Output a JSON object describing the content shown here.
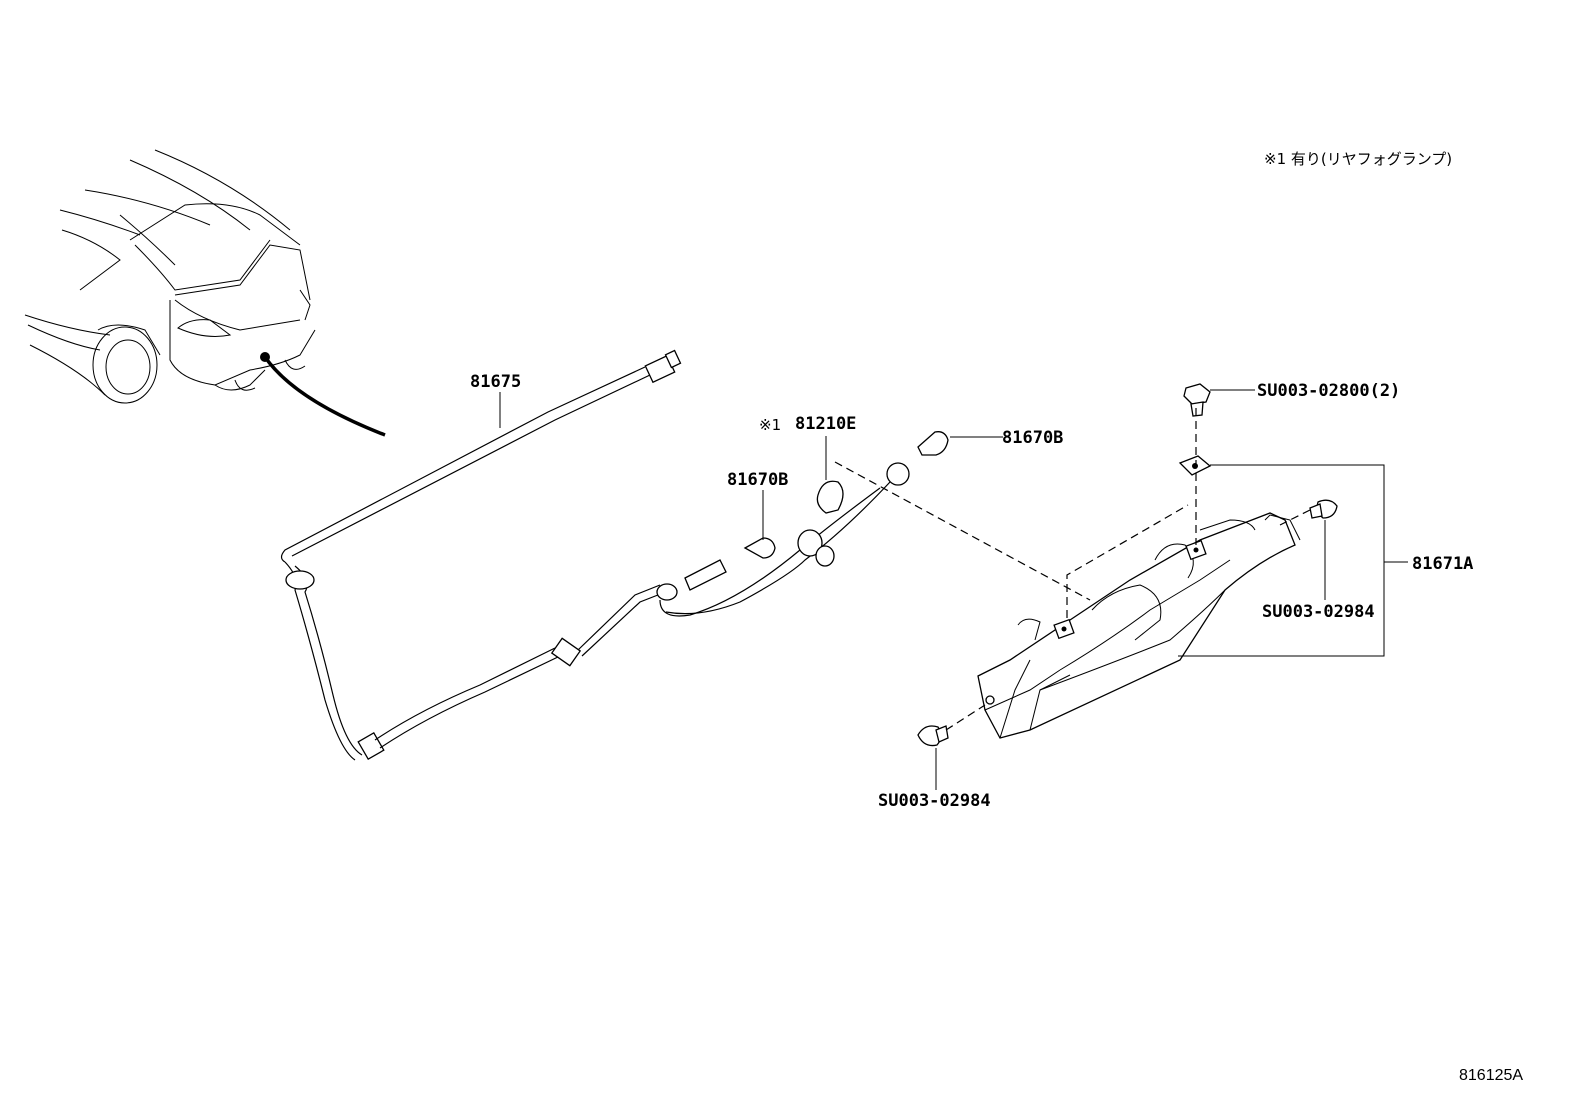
{
  "note": {
    "text": "※1 有り(リヤフォグランプ)"
  },
  "callouts": {
    "harness": "81675",
    "bulb_fog_mark": "※1",
    "bulb_fog": "81210E",
    "bulb_upper": "81670B",
    "bulb_lower": "81670B",
    "lamp_assy": "81671A",
    "clip_top": "SU003-02800(2)",
    "screw_right": "SU003-02984",
    "screw_bottom": "SU003-02984"
  },
  "footer": {
    "diagram_id": "816125A"
  }
}
